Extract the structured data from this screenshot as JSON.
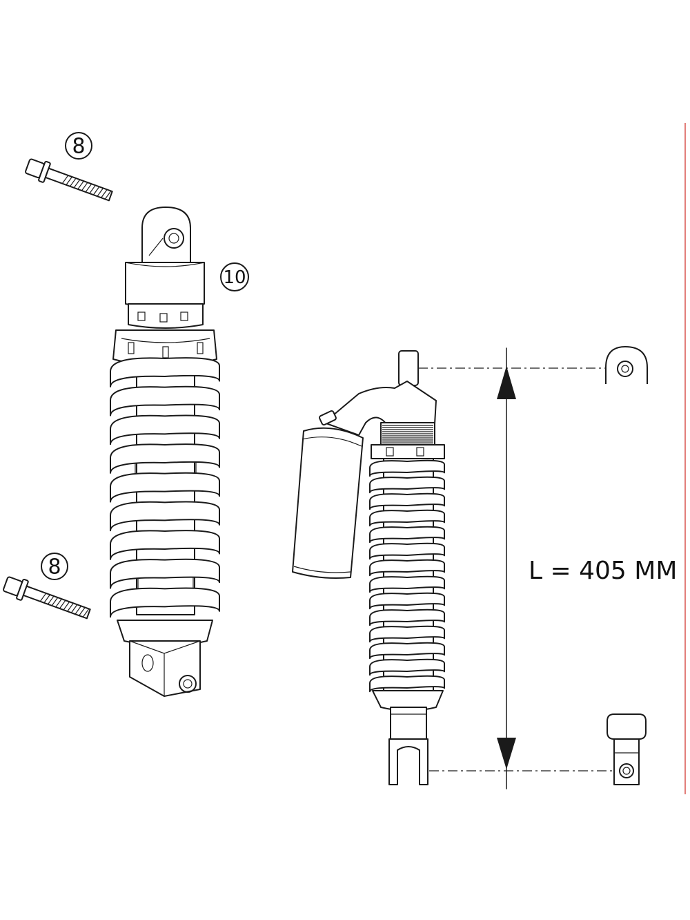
{
  "callouts": {
    "bolt_top": "8",
    "bolt_bottom": "8",
    "shock_absorber": "10"
  },
  "dimension": {
    "length_label": "L = 405 MM"
  },
  "colors": {
    "line": "#1a1a1a",
    "background": "#ffffff",
    "edge_rule": "#d9534f"
  }
}
